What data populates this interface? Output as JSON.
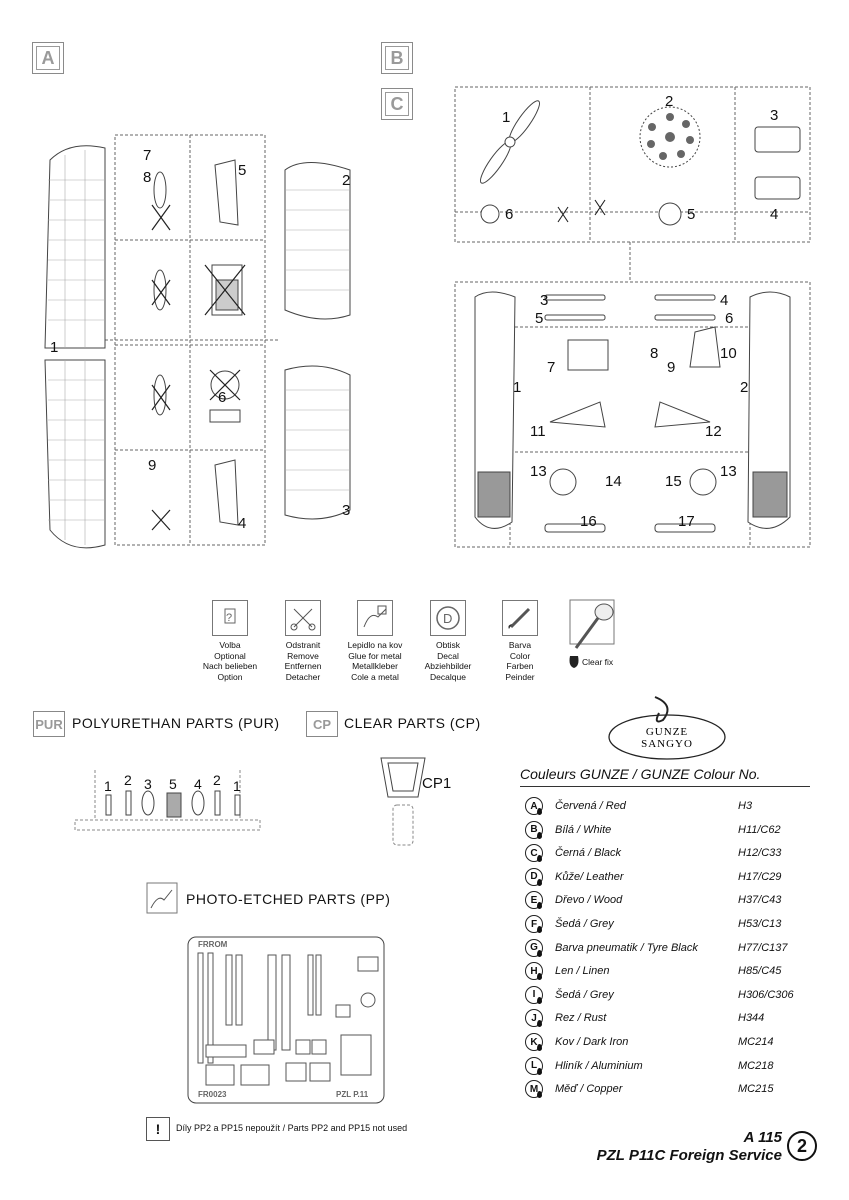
{
  "sprues": {
    "a_label": "A",
    "b_label": "B",
    "c_label": "C",
    "a_parts": [
      "1",
      "2",
      "3",
      "4",
      "5",
      "6",
      "7",
      "8",
      "9"
    ],
    "bc_parts": [
      "1",
      "2",
      "3",
      "4",
      "5",
      "6",
      "7",
      "8",
      "9",
      "10",
      "11",
      "12",
      "13",
      "13",
      "14",
      "15",
      "16",
      "17"
    ],
    "c_parts": [
      "1",
      "2",
      "3",
      "4",
      "5",
      "6"
    ]
  },
  "legend": [
    {
      "icon": "question-icon",
      "lines": [
        "Volba",
        "Optional",
        "Nach belieben",
        "Option"
      ]
    },
    {
      "icon": "scissors-icon",
      "lines": [
        "Odstranit",
        "Remove",
        "Entfernen",
        "Detacher"
      ]
    },
    {
      "icon": "glue-tube-icon",
      "lines": [
        "Lepidlo na kov",
        "Glue for metal",
        "Metallkleber",
        "Cole a metal"
      ]
    },
    {
      "icon": "decal-icon",
      "lines": [
        "Obtisk",
        "Decal",
        "Abziehbilder",
        "Decalque"
      ]
    },
    {
      "icon": "paint-brush-icon",
      "lines": [
        "Barva",
        "Color",
        "Farben",
        "Peinder"
      ]
    }
  ],
  "clear_fix": "Clear fix",
  "pur": {
    "badge": "PUR",
    "title": "POLYURETHAN  PARTS  (PUR)",
    "parts": [
      "1",
      "2",
      "3",
      "5",
      "4",
      "2",
      "1"
    ]
  },
  "cp": {
    "badge": "CP",
    "title": "CLEAR PARTS  (CP)",
    "part": "CP1"
  },
  "pp": {
    "title": "PHOTO-ETCHED PARTS  (PP)",
    "fret_top": "FRROM",
    "fret_code": "FR0023",
    "fret_name": "PZL P.11"
  },
  "gunze_logo": [
    "GUNZE",
    "SANGYO"
  ],
  "colour_table": {
    "title": "Couleurs GUNZE / GUNZE Colour No.",
    "rows": [
      {
        "letter": "A",
        "name": "Červená / Red",
        "code": "H3"
      },
      {
        "letter": "B",
        "name": "Bílá / White",
        "code": "H11/C62"
      },
      {
        "letter": "C",
        "name": "Černá / Black",
        "code": "H12/C33"
      },
      {
        "letter": "D",
        "name": "Kůže/ Leather",
        "code": "H17/C29"
      },
      {
        "letter": "E",
        "name": "Dřevo / Wood",
        "code": "H37/C43"
      },
      {
        "letter": "F",
        "name": "Šedá / Grey",
        "code": "H53/C13"
      },
      {
        "letter": "G",
        "name": "Barva pneumatik / Tyre Black",
        "code": "H77/C137"
      },
      {
        "letter": "H",
        "name": "Len / Linen",
        "code": "H85/C45"
      },
      {
        "letter": "I",
        "name": "Šedá / Grey",
        "code": "H306/C306"
      },
      {
        "letter": "J",
        "name": "Rez / Rust",
        "code": "H344"
      },
      {
        "letter": "K",
        "name": "Kov / Dark Iron",
        "code": "MC214"
      },
      {
        "letter": "L",
        "name": "Hliník / Aluminium",
        "code": "MC218"
      },
      {
        "letter": "M",
        "name": "Měď / Copper",
        "code": "MC215"
      }
    ]
  },
  "note": {
    "icon": "exclamation-icon",
    "text": "Díly PP2 a PP15 nepoužít / Parts PP2 and PP15 not used"
  },
  "footer": {
    "kit_number": "A 115",
    "kit_name": "PZL P11C Foreign Service",
    "page": "2"
  }
}
